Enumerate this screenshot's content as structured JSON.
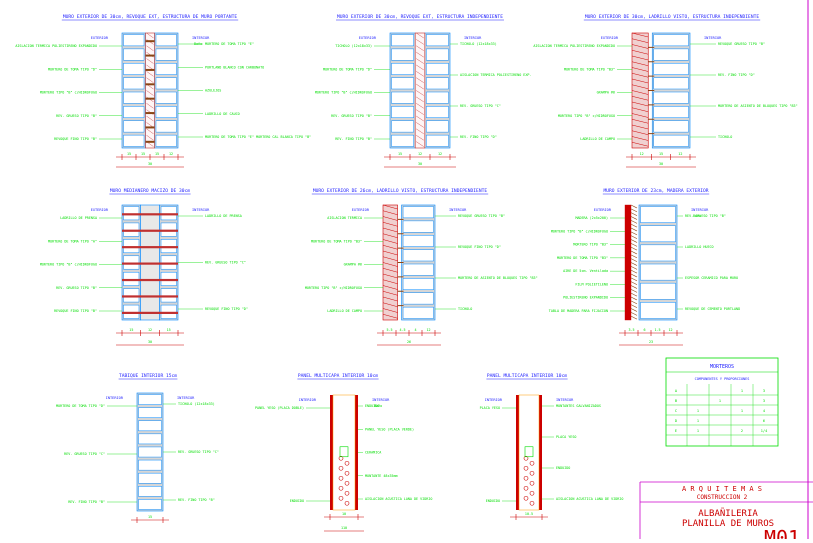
{
  "colors": {
    "background": "#ffffff",
    "title": "#1a1aff",
    "label": "#00dd00",
    "block_fill": "#d6d6d6",
    "block_line": "#0088ff",
    "mortar": "#c03030",
    "brick": "#cc0000",
    "wood": "#8b4513",
    "dim": "#cc0000",
    "ext_int": "#1a1aff",
    "frame": "#cc00cc"
  },
  "sheet": {
    "brand": "A R Q U I T E M A S",
    "course": "CONSTRUCCION 2",
    "title1": "ALBAÑILERIA",
    "title2": "PLANILLA DE MUROS",
    "code": "M01"
  },
  "panels": [
    {
      "title": "MURO EXTERIOR DE 30cm, REVOQUE EXT, ESTRUCTURA DE MURO PORTANTE",
      "ext": "EXTERIOR",
      "int": "INTERIOR",
      "int_sub": "Baño",
      "left": [
        "AISLACION TERMICA POLIESTIRENO EXPANDIDO",
        "MORTERO DE TOMA TIPO \"D\"",
        "MORTERO TIPO \"B\" c/HIDROFUGO",
        "REV. GRUESO TIPO \"B\"",
        "REVOQUE FINO TIPO \"B\""
      ],
      "right": [
        "MORTERO DE TOMA TIPO \"E\"",
        "PORTLAND BLANCO CON CARBONATO",
        "AZULEJOS",
        "LADRILLO DE CAUCO",
        "MORTERO DE TOMA TIPO \"E\" MORTERO CAL BLANCA TIPO \"B\""
      ],
      "dims": [
        "15",
        "15",
        "15",
        "12"
      ],
      "total": "30"
    },
    {
      "title": "MURO EXTERIOR DE 30cm, REVOQUE EXT, ESTRUCTURA INDEPENDIENTE",
      "ext": "EXTERIOR",
      "int": "INTERIOR",
      "int_sub": "",
      "left": [
        "TICHOLO (12x18x33)",
        "MORTERO DE TOMA TIPO \"D\"",
        "MORTERO TIPO \"B\" c/HIDROFUGO",
        "REV. GRUESO TIPO \"B\"",
        "REV. FINO TIPO \"B\""
      ],
      "right": [
        "TICHOLO (12x18x33)",
        "AISLACION TERMICA POLIESTIRENO EXP.",
        "REV. GRUESO TIPO \"C\"",
        "REV. FINO TIPO \"D\""
      ],
      "dims": [
        "15",
        "12",
        "12"
      ],
      "total": "30"
    },
    {
      "title": "MURO EXTERIOR DE 30cm, LADRILLO VISTO, ESTRUCTURA INDEPENDIENTE",
      "ext": "EXTERIOR",
      "int": "INTERIOR",
      "int_sub": "",
      "left": [
        "AISLACION TERMICA POLIESTIRENO EXPANDIDO",
        "MORTERO DE TOMA TIPO \"B3\"",
        "GRAMPA #6",
        "MORTERO TIPO \"B\" c/HIDROFUGO",
        "LADRILLO DE CAMPO"
      ],
      "right": [
        "REVOQUE GRUESO TIPO \"B\"",
        "REV. FINO TIPO \"D\"",
        "MORTERO DE ASIENTO DE BLOQUES TIPO \"B3\"",
        "TICHOLO"
      ],
      "dims": [
        "12",
        "15",
        "12"
      ],
      "total": "30"
    },
    {
      "title": "MURO MEDIANERO MACIZO DE 30cm",
      "ext": "EXTERIOR",
      "int": "INTERIOR",
      "int_sub": "",
      "left": [
        "LADRILLO DE PRENSA",
        "MORTERO DE TOMA TIPO \"A\"",
        "MORTERO TIPO \"B\" c/HIDROFUGO",
        "REV. GRUESO TIPO \"B\"",
        "REVOQUE FINO TIPO \"B\""
      ],
      "right": [
        "LADRILLO DE PRENSA",
        "REV. GRUESO TIPO \"C\"",
        "REVOQUE FINO TIPO \"D\""
      ],
      "dims": [
        "15",
        "12",
        "15"
      ],
      "total": "30"
    },
    {
      "title": "MURO EXTERIOR DE 26cm, LADRILLO VISTO, ESTRUCTURA INDEPENDIENTE",
      "ext": "EXTERIOR",
      "int": "INTERIOR",
      "int_sub": "",
      "left": [
        "AISLACION TERMICA",
        "MORTERO DE TOMA TIPO \"B3\"",
        "GRAMPA #6",
        "MORTERO TIPO \"B\" c/HIDROFUGO",
        "LADRILLO DE CAMPO"
      ],
      "right": [
        "REVOQUE GRUESO TIPO \"B\"",
        "REVOQUE FINO TIPO \"D\"",
        "MORTERO DE ASIENTO DE BLOQUES TIPO \"B3\"",
        "TICHOLO"
      ],
      "dims": [
        "5.5",
        "4.5",
        "4",
        "12"
      ],
      "total": "26"
    },
    {
      "title": "MURO EXTERIOR DE 23cm, MADERA EXTERIOR",
      "ext": "EXTERIOR",
      "int": "INTERIOR",
      "int_sub": "Baño",
      "left": [
        "MADERA (2x5x200)",
        "MORTERO TIPO \"B\" c/HIDROFUGO",
        "MORTERO TIPO \"B3\"",
        "MORTERO DE TOMA TIPO \"B3\"",
        "AIRE DE 5cm. Ventilada",
        "FILM POLIETILENO",
        "POLIESTIRENO EXPANDIDO",
        "TABLA DE MADERA PARA FIJACION"
      ],
      "right": [
        "REV. GRUESO TIPO \"B\"",
        "LADRILLO HUECO",
        "ESPESOR CERAMICO PARA MURO",
        "REVOQUE DE CEMENTO PORTLAND"
      ],
      "dims": [
        "3.5",
        "6",
        "1.5",
        "12"
      ],
      "total": "23"
    },
    {
      "title": "TABIQUE INTERIOR 15cm",
      "ext": "INTERIOR",
      "int": "INTERIOR",
      "int_sub": "",
      "left": [
        "MORTERO DE TOMA TIPO \"D\"",
        "REV. GRUESO TIPO \"C\"",
        "REV. FINO TIPO \"B\""
      ],
      "right": [
        "TICHOLO (12x18x33)",
        "REV. GRUESO TIPO \"C\"",
        "REV. FINO TIPO \"B\""
      ],
      "dims": [
        "15"
      ],
      "total": ""
    },
    {
      "title": "PANEL MULTICAPA INTERIOR 10cm",
      "ext": "INTERIOR",
      "int": "INTERIOR",
      "int_sub": "Baño",
      "left": [
        "PANEL YESO (PLACA DOBLE)",
        "ENDUIDO"
      ],
      "right": [
        "ENDUIDO",
        "PANEL YESO (PLACA VERDE)",
        "CERAMICA",
        "MONTANTE 48x35mm",
        "AISLACION ACUSTICA LANA DE VIDRIO"
      ],
      "dims": [
        "10"
      ],
      "total": "110"
    },
    {
      "title": "PANEL MULTICAPA INTERIOR 10cm",
      "ext": "INTERIOR",
      "int": "INTERIOR",
      "int_sub": "",
      "left": [
        "PLACA YESO",
        "ENDUIDO"
      ],
      "right": [
        "MONTANTES GALVANIZADOS",
        "PLACA YESO",
        "ENDUIDO",
        "AISLACION ACUSTICA LANA DE VIDRIO"
      ],
      "dims": [
        "10.5"
      ],
      "total": ""
    }
  ],
  "table": {
    "title": "MORTEROS",
    "subtitle": "COMPONENTES Y PROPORCIONES",
    "rows": [
      [
        "A",
        "",
        "",
        "1",
        "3"
      ],
      [
        "B",
        "",
        "1",
        "",
        "3"
      ],
      [
        "C",
        "1",
        "",
        "1",
        "4"
      ],
      [
        "D",
        "1",
        "",
        "",
        "6"
      ],
      [
        "E",
        "1",
        "",
        "2",
        "1/4"
      ]
    ]
  }
}
